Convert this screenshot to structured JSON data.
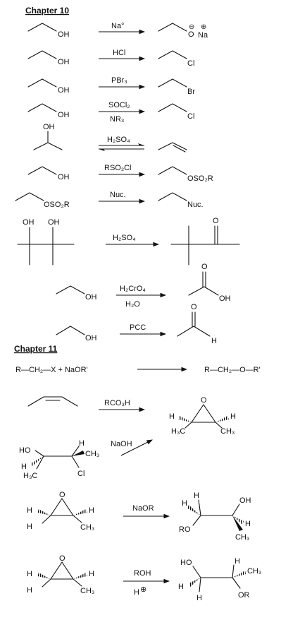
{
  "ch10": {
    "heading": "Chapter 10",
    "r1": {
      "reactant_group": "OH",
      "reagent": "Na°",
      "product_group": "O",
      "minus": "⊖",
      "plus": "⊕",
      "cation": "Na"
    },
    "r2": {
      "reactant_group": "OH",
      "reagent": "HCl",
      "product_group": "Cl"
    },
    "r3": {
      "reactant_group": "OH",
      "reagent": "PBr₃",
      "product_group": "Br"
    },
    "r4": {
      "reactant_group": "OH",
      "reagent": "SOCl₂",
      "reagent2": "NR₃",
      "product_group": "Cl"
    },
    "r5": {
      "reactant_group": "OH",
      "reagent": "H₂SO₄"
    },
    "r6": {
      "reactant_group": "OH",
      "reagent": "RSO₂Cl",
      "product_group": "OSO₂R"
    },
    "r7": {
      "reactant_group": "OSO₂R",
      "reagent": "Nuc.",
      "product_group": "Nuc."
    },
    "r8": {
      "oh1": "OH",
      "oh2": "OH",
      "reagent": "H₂SO₄",
      "ketone_o": "O"
    },
    "r9": {
      "reactant_group": "OH",
      "reagent": "H₂CrO₄",
      "reagent2": "H₂O",
      "carbonyl_o": "O",
      "product_group": "OH"
    },
    "r10": {
      "reactant_group": "OH",
      "reagent": "PCC",
      "carbonyl_o": "O",
      "product_group": "H"
    }
  },
  "ch11": {
    "heading": "Chapter 11",
    "r1": {
      "left": "R—CH₂—X  +  NaOR'",
      "right": "R—CH₂—O—R'"
    },
    "r2": {
      "reagent": "RCO₃H",
      "o": "O",
      "h_left": "H",
      "h_right": "H",
      "me_left": "H₃C",
      "me_right": "CH₃"
    },
    "r3": {
      "reagent": "NaOH",
      "ho": "HO",
      "h1": "H",
      "h2": "H",
      "ch3": "CH₃",
      "h3c": "H₃C",
      "cl": "Cl"
    },
    "r4": {
      "reagent": "NaOR",
      "o": "O",
      "h1": "H",
      "h2": "H",
      "h3": "H",
      "ch3": "CH₃",
      "p_h1": "H",
      "p_h2": "H",
      "p_oh": "OH",
      "p_h3": "H",
      "p_ro": "RO",
      "p_ch3": "CH₃"
    },
    "r5": {
      "reagent": "ROH",
      "reagent2": "H",
      "plus": "⊕",
      "o": "O",
      "h1": "H",
      "h2": "H",
      "h3": "H",
      "ch3": "CH₃",
      "p_ho": "HO",
      "p_h1": "H",
      "p_ch3": "CH₃",
      "p_h2": "H",
      "p_h3": "H",
      "p_or": "OR"
    }
  }
}
